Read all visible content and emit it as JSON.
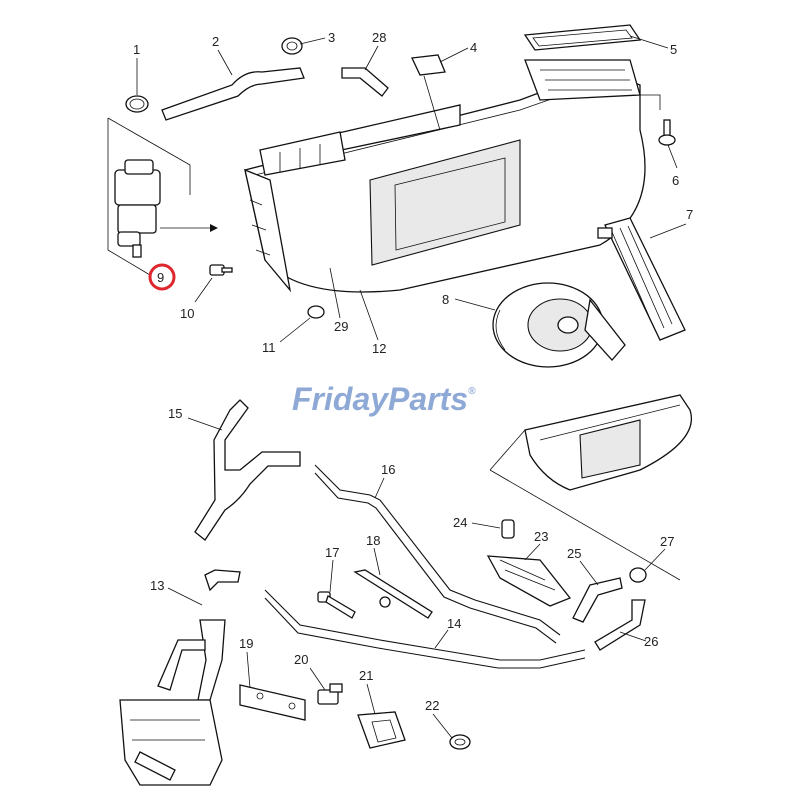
{
  "brand": {
    "watermark_part1": "Friday",
    "watermark_part2": "Parts",
    "registered_mark": "®",
    "color_primary": "#8fa9d6",
    "color_accent": "#f2b233"
  },
  "highlight": {
    "label": "9",
    "ring_color": "#e0262d"
  },
  "callouts": [
    {
      "id": "c1",
      "label": "1"
    },
    {
      "id": "c2",
      "label": "2"
    },
    {
      "id": "c3",
      "label": "3"
    },
    {
      "id": "c28",
      "label": "28"
    },
    {
      "id": "c4",
      "label": "4"
    },
    {
      "id": "c5",
      "label": "5"
    },
    {
      "id": "c6",
      "label": "6"
    },
    {
      "id": "c7",
      "label": "7"
    },
    {
      "id": "c8",
      "label": "8"
    },
    {
      "id": "c10",
      "label": "10"
    },
    {
      "id": "c11",
      "label": "11"
    },
    {
      "id": "c29",
      "label": "29"
    },
    {
      "id": "c12",
      "label": "12"
    },
    {
      "id": "c15",
      "label": "15"
    },
    {
      "id": "c16",
      "label": "16"
    },
    {
      "id": "c24",
      "label": "24"
    },
    {
      "id": "c23",
      "label": "23"
    },
    {
      "id": "c27",
      "label": "27"
    },
    {
      "id": "c25",
      "label": "25"
    },
    {
      "id": "c26",
      "label": "26"
    },
    {
      "id": "c17",
      "label": "17"
    },
    {
      "id": "c18",
      "label": "18"
    },
    {
      "id": "c13",
      "label": "13"
    },
    {
      "id": "c14",
      "label": "14"
    },
    {
      "id": "c19",
      "label": "19"
    },
    {
      "id": "c20",
      "label": "20"
    },
    {
      "id": "c21",
      "label": "21"
    },
    {
      "id": "c22",
      "label": "22"
    }
  ]
}
